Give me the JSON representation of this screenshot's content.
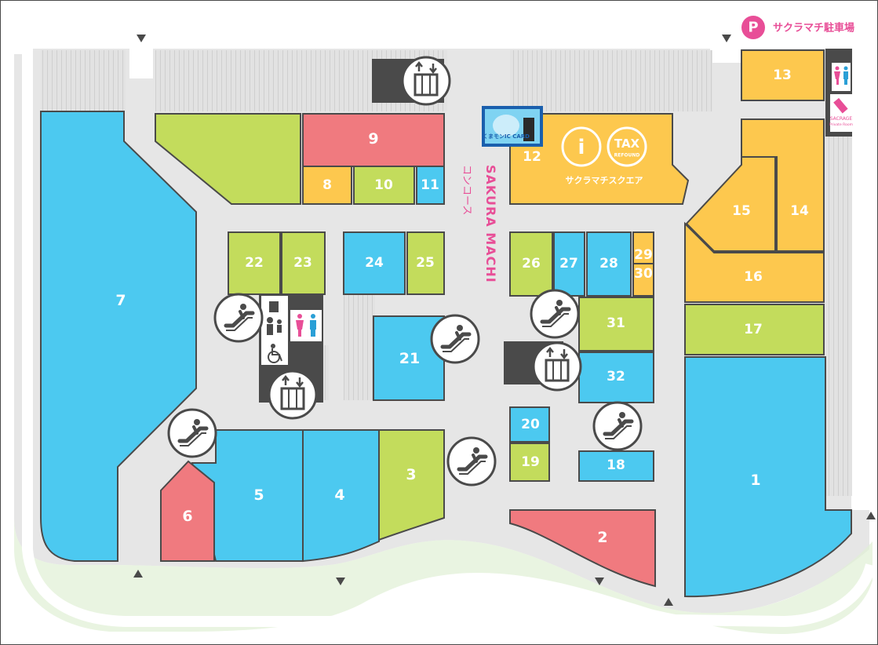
{
  "parking": {
    "badge": "P",
    "label": "サクラマチ駐車場"
  },
  "concourse": {
    "name_en": "SAKURA MACHI",
    "name_ja": "コンコース"
  },
  "info_square": {
    "info_symbol": "i",
    "tax_line1": "TAX",
    "tax_line2": "REFOUND",
    "caption": "サクラマチスクエア"
  },
  "ic_card": {
    "text": "くまモンIC CARD"
  },
  "sacrage": {
    "line1": "SACRAGE",
    "line2": "Private Room"
  },
  "colors": {
    "floor": "#e6e6e6",
    "blue": "#4cc9f0",
    "green": "#c3dc5c",
    "red": "#f07a7f",
    "orange": "#fdc84e",
    "pink": "#e84e97",
    "dark": "#4a4a4a",
    "hatch": "#dcdcdc"
  },
  "icons": [
    "escalator-icon",
    "elevator-icon",
    "restroom-icon",
    "wheelchair-icon",
    "baby-care-icon",
    "parking-icon",
    "arrow-up-icon",
    "arrow-down-icon",
    "kumamon-card-icon"
  ],
  "shops": [
    {
      "id": "1",
      "label": "1",
      "color": "blue"
    },
    {
      "id": "2",
      "label": "2",
      "color": "red"
    },
    {
      "id": "3",
      "label": "3",
      "color": "green"
    },
    {
      "id": "4",
      "label": "4",
      "color": "blue"
    },
    {
      "id": "5",
      "label": "5",
      "color": "blue"
    },
    {
      "id": "6",
      "label": "6",
      "color": "red"
    },
    {
      "id": "7",
      "label": "7",
      "color": "blue"
    },
    {
      "id": "8",
      "label": "8",
      "color": "orange"
    },
    {
      "id": "9",
      "label": "9",
      "color": "red"
    },
    {
      "id": "10",
      "label": "10",
      "color": "green"
    },
    {
      "id": "11",
      "label": "11",
      "color": "blue"
    },
    {
      "id": "12",
      "label": "12",
      "color": "orange"
    },
    {
      "id": "13",
      "label": "13",
      "color": "orange"
    },
    {
      "id": "14",
      "label": "14",
      "color": "orange"
    },
    {
      "id": "15",
      "label": "15",
      "color": "orange"
    },
    {
      "id": "16",
      "label": "16",
      "color": "orange"
    },
    {
      "id": "17",
      "label": "17",
      "color": "green"
    },
    {
      "id": "18",
      "label": "18",
      "color": "blue"
    },
    {
      "id": "19",
      "label": "19",
      "color": "green"
    },
    {
      "id": "20",
      "label": "20",
      "color": "blue"
    },
    {
      "id": "21",
      "label": "21",
      "color": "blue"
    },
    {
      "id": "22",
      "label": "22",
      "color": "green"
    },
    {
      "id": "23",
      "label": "23",
      "color": "green"
    },
    {
      "id": "24",
      "label": "24",
      "color": "blue"
    },
    {
      "id": "25",
      "label": "25",
      "color": "green"
    },
    {
      "id": "26",
      "label": "26",
      "color": "green"
    },
    {
      "id": "27",
      "label": "27",
      "color": "blue"
    },
    {
      "id": "28",
      "label": "28",
      "color": "blue"
    },
    {
      "id": "29",
      "label": "29",
      "color": "orange"
    },
    {
      "id": "30",
      "label": "30",
      "color": "orange"
    },
    {
      "id": "31",
      "label": "31",
      "color": "green"
    },
    {
      "id": "32",
      "label": "32",
      "color": "blue"
    }
  ]
}
